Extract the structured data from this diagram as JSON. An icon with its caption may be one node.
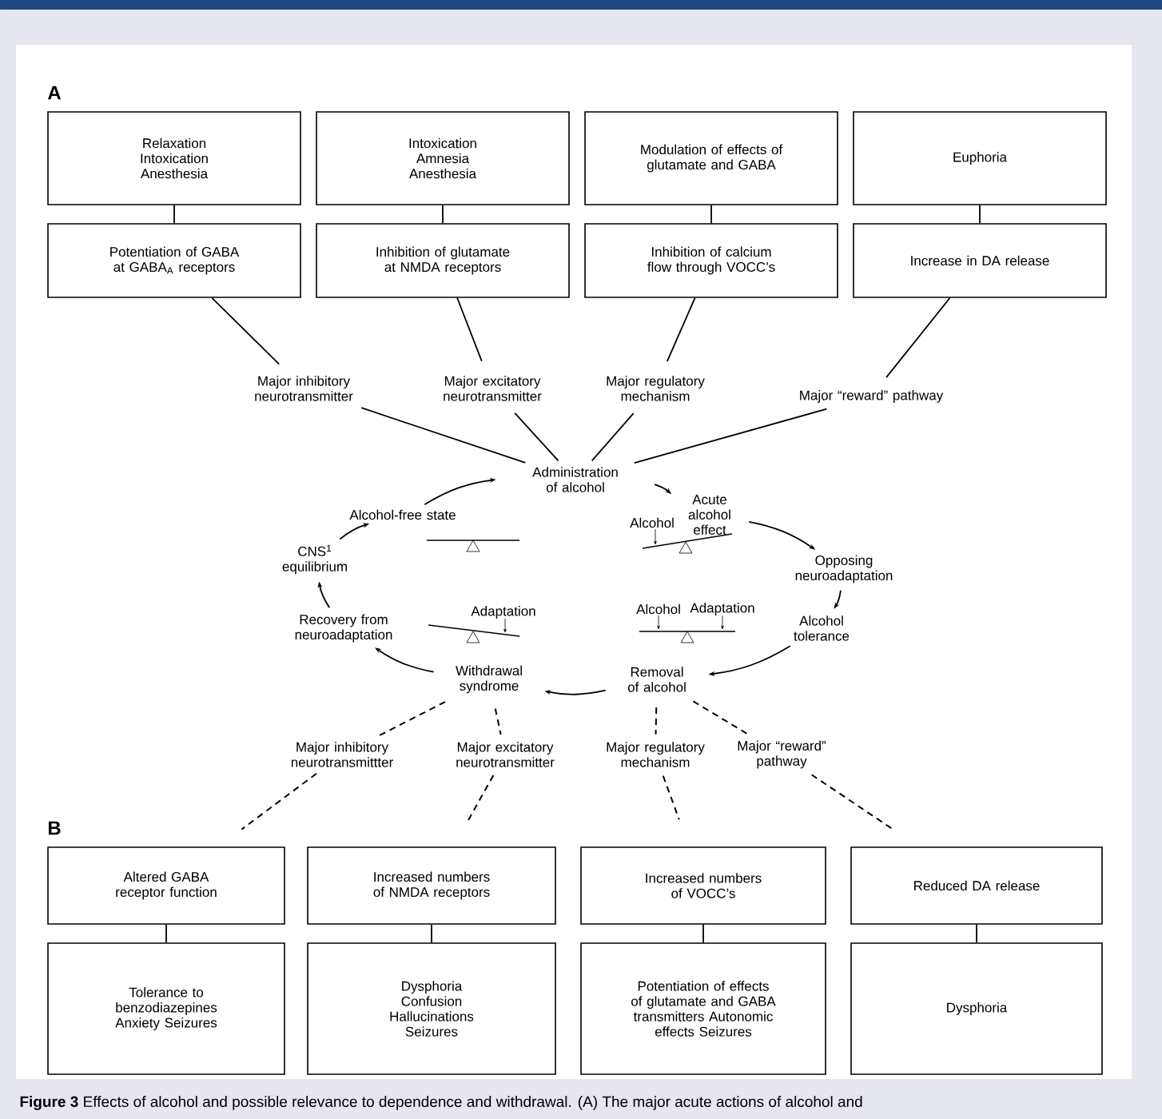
{
  "diagram": {
    "caption": "**Figure 3** Effects of alcohol and possible relevance to dependence and withdrawal. (A) The major acute actions of alcohol and",
    "nodes": [
      {
        "text": [
          "Relaxation Intoxication Anesthesia"
        ]
      },
      {
        "text": [
          "Intoxication Amnesia Anesthesia"
        ]
      },
      {
        "text": [
          "Modulation of effects of glutamate and GABA"
        ]
      },
      {
        "text": [
          "Euphoria"
        ]
      },
      {
        "text": [
          "Potentiation of GABA at GABA$_{A}$ receptors"
        ]
      },
      {
        "text": [
          "Inhibition of glutamate at NMDA receptors"
        ]
      },
      {
        "text": [
          "Inhibition of calcium flow through VOCC’s"
        ]
      },
      {
        "text": [
          "Increase in DA release"
        ]
      },
      {
        "text": [
          "Major inhibitory neurotransmitter"
        ]
      },
      {
        "text": [
          "Major excitatory neurotransmitter"
        ]
      },
      {
        "text": [
          "Major regulatory mechanism"
        ]
      },
      {
        "text": [
          "Major “reward” pathway"
        ]
      },
      {
        "text": [
          "Administration of alcohol"
        ]
      },
      {
        "text": [
          "Acute alcohol effect"
        ]
      },
      {
        "text": [
          "Opposing neuroadaptation"
        ]
      },
      {
        "text": [
          "Alcohol tolerance"
        ]
      },
      {
        "text": [
          "Removal of alcohol"
        ]
      },
      {
        "text": [
          "Withdrawal syndrome"
        ]
      },
      {
        "text": [
          "Recovery from neuroadaptation"
        ]
      },
      {
        "text": [
          "CNS$^{1}$ equilibrium"
        ]
      },
      {
        "text": [
          "Alcohol-free state"
        ]
      },
      {
        "text": [
          "Major inhibitory neurotransmittter"
        ]
      },
      {
        "text": [
          "Major excitatory neurotransmitter"
        ]
      },
      {
        "text": [
          "Major regulatory mechanism"
        ]
      },
      {
        "text": [
          "Major “reward” pathway"
        ]
      },
      {
        "text": [
          "Altered GABA receptor function"
        ]
      },
      {
        "text": [
          "Increased numbers of NMDA receptors"
        ]
      },
      {
        "text": [
          "Increased numbers of VOCC’s"
        ]
      },
      {
        "text": [
          "Reduced DA release"
        ]
      },
      {
        "text": [
          "Tolerance to benzodiazepines Anxiety Seizures"
        ]
      },
      {
        "text": [
          "Dysphoria Confusion Hallucinations Seizures"
        ]
      },
      {
        "text": [
          "Potentiation of effects of glutamate and GABA transmitters Autonomic effects Seizures"
        ]
      },
      {
        "text": [
          "Dysphoria"
        ]
      }
    ],
    "edges": [
      {
        "from": 0,
        "to": 4,
        "arrow": "none"
      },
      {
        "from": 1,
        "to": 5,
        "arrow": "none"
      },
      {
        "from": 2,
        "to": 6,
        "arrow": "none"
      },
      {
        "from": 3,
        "to": 7,
        "arrow": "none"
      },
      {
        "from": 4,
        "to": 8,
        "arrow": "none"
      },
      {
        "from": 5,
        "to": 9,
        "arrow": "none"
      },
      {
        "from": 6,
        "to": 10,
        "arrow": "none"
      },
      {
        "from": 7,
        "to": 11,
        "arrow": "none"
      },
      {
        "from": 8,
        "to": 12,
        "arrow": "none"
      },
      {
        "from": 9,
        "to": 12,
        "arrow": "none"
      },
      {
        "from": 10,
        "to": 12,
        "arrow": "none"
      },
      {
        "from": 11,
        "to": 12,
        "arrow": "none"
      },
      {
        "from": 12,
        "to": 13,
        "arrow": "to"
      },
      {
        "from": 13,
        "to": 14,
        "arrow": "to"
      },
      {
        "from": 14,
        "to": 15,
        "arrow": "to"
      },
      {
        "from": 15,
        "to": 16,
        "arrow": "to"
      },
      {
        "from": 16,
        "to": 17,
        "arrow": "to"
      },
      {
        "from": 17,
        "to": 18,
        "arrow": "to"
      },
      {
        "from": 18,
        "to": 19,
        "arrow": "to"
      },
      {
        "from": 19,
        "to": 20,
        "arrow": "to"
      },
      {
        "from": 20,
        "to": 12,
        "arrow": "to"
      },
      {
        "from": 17,
        "to": 21,
        "arrow": "none",
        "style": "dashed"
      },
      {
        "from": 17,
        "to": 22,
        "arrow": "none",
        "style": "dashed"
      },
      {
        "from": 16,
        "to": 23,
        "arrow": "none",
        "style": "dashed"
      },
      {
        "from": 16,
        "to": 24,
        "arrow": "none",
        "style": "dashed"
      },
      {
        "from": 21,
        "to": 25,
        "arrow": "none",
        "style": "dashed"
      },
      {
        "from": 22,
        "to": 26,
        "arrow": "none",
        "style": "dashed"
      },
      {
        "from": 23,
        "to": 27,
        "arrow": "none",
        "style": "dashed"
      },
      {
        "from": 24,
        "to": 28,
        "arrow": "none",
        "style": "dashed"
      },
      {
        "from": 25,
        "to": 29,
        "arrow": "none"
      },
      {
        "from": 26,
        "to": 30,
        "arrow": "none"
      },
      {
        "from": 27,
        "to": 31,
        "arrow": "none"
      },
      {
        "from": 28,
        "to": 32,
        "arrow": "none"
      }
    ],
    "labels": [
      "A",
      "Alcohol",
      "Adaptation",
      "Alcohol",
      "Adaptation",
      "B"
    ]
  }
}
